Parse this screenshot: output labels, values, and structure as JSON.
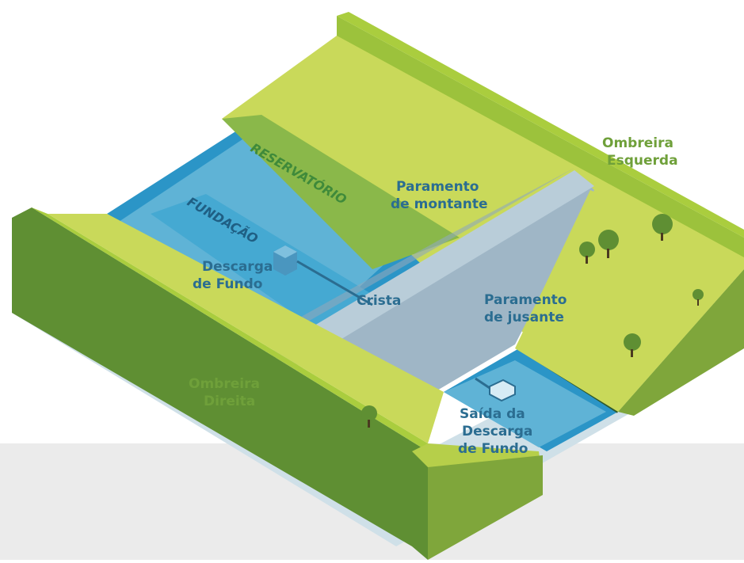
{
  "labels": {
    "reservatorio": "RESERVATÓRIO",
    "fundacao": "FUNDAÇÃO",
    "paramento_montante": [
      "Paramento",
      "de montante"
    ],
    "descarga_fundo": [
      "Descarga",
      "de Fundo"
    ],
    "crista": "Crista",
    "paramento_jusante": [
      "Paramento",
      "de jusante"
    ],
    "ombreira_esquerda": [
      "Ombreira",
      "Esquerda"
    ],
    "ombreira_direita": [
      "Ombreira",
      "Direita"
    ],
    "saida_descarga": [
      "Saída da",
      "Descarga",
      "de Fundo"
    ]
  },
  "colors": {
    "water": "#5fb3d6",
    "water_dark": "#2b95c7",
    "grass": "#c9d95a",
    "grass_dark": "#8ab84a",
    "earth_front": "#6a9a3a",
    "dam": "#9fb6c6",
    "label_blue": "#2b6d91",
    "label_green": "#6fa03a"
  }
}
